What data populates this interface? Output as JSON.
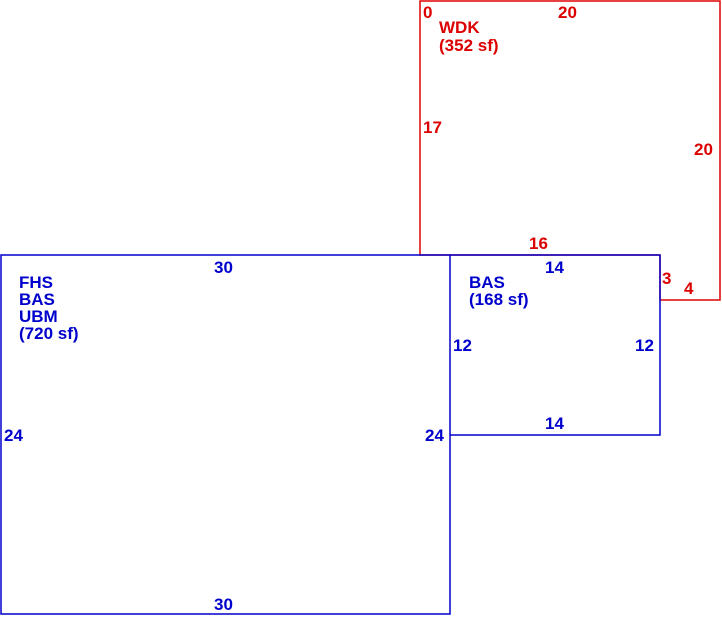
{
  "colors": {
    "blue": "#0000cc",
    "red": "#dd0000",
    "background": "#ffffff"
  },
  "areas": {
    "main": {
      "codes": [
        "FHS",
        "BAS",
        "UBM"
      ],
      "area": "(720 sf)",
      "dims": {
        "top": "30",
        "bottom": "30",
        "left": "24",
        "right": "24"
      }
    },
    "addition": {
      "codes": [
        "BAS"
      ],
      "area": "(168 sf)",
      "dims": {
        "top": "14",
        "bottom": "14",
        "left": "12",
        "right": "12"
      }
    },
    "deck": {
      "codes": [
        "WDK"
      ],
      "area": "(352 sf)",
      "dims": {
        "corner": "0",
        "top": "20",
        "left": "17",
        "right": "20",
        "bottom": "16",
        "step_vertical": "3",
        "step_horizontal": "4"
      }
    }
  }
}
